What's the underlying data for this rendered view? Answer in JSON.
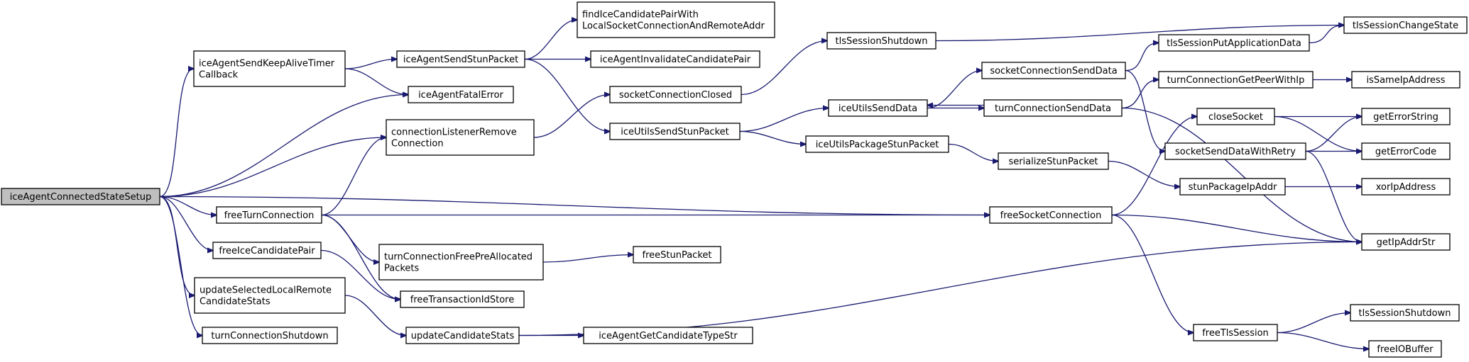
{
  "graph": {
    "nodes": [
      {
        "id": "root",
        "lines": [
          "iceAgentConnectedStateSetup"
        ]
      },
      {
        "id": "kat",
        "lines": [
          "iceAgentSendKeepAliveTimer",
          "Callback"
        ]
      },
      {
        "id": "ssp",
        "lines": [
          "iceAgentSendStunPacket"
        ]
      },
      {
        "id": "fcp",
        "lines": [
          "findIceCandidatePairWith",
          "LocalSocketConnectionAndRemoteAddr"
        ]
      },
      {
        "id": "icp",
        "lines": [
          "iceAgentInvalidateCandidatePair"
        ]
      },
      {
        "id": "afe",
        "lines": [
          "iceAgentFatalError"
        ]
      },
      {
        "id": "clr",
        "lines": [
          "connectionListenerRemove",
          "Connection"
        ]
      },
      {
        "id": "scc",
        "lines": [
          "socketConnectionClosed"
        ]
      },
      {
        "id": "usp",
        "lines": [
          "iceUtilsSendStunPacket"
        ]
      },
      {
        "id": "tss",
        "lines": [
          "tlsSessionShutdown"
        ]
      },
      {
        "id": "tsc",
        "lines": [
          "tlsSessionChangeState"
        ]
      },
      {
        "id": "csd",
        "lines": [
          "socketConnectionSendData"
        ]
      },
      {
        "id": "tpa",
        "lines": [
          "tlsSessionPutApplicationData"
        ]
      },
      {
        "id": "usd",
        "lines": [
          "iceUtilsSendData"
        ]
      },
      {
        "id": "tcsd",
        "lines": [
          "turnConnectionSendData"
        ]
      },
      {
        "id": "gpi",
        "lines": [
          "turnConnectionGetPeerWithIp"
        ]
      },
      {
        "id": "isa",
        "lines": [
          "isSameIpAddress"
        ]
      },
      {
        "id": "ups",
        "lines": [
          "iceUtilsPackageStunPacket"
        ]
      },
      {
        "id": "ser",
        "lines": [
          "serializeStunPacket"
        ]
      },
      {
        "id": "cls",
        "lines": [
          "closeSocket"
        ]
      },
      {
        "id": "ges",
        "lines": [
          "getErrorString"
        ]
      },
      {
        "id": "sdr",
        "lines": [
          "socketSendDataWithRetry"
        ]
      },
      {
        "id": "gec",
        "lines": [
          "getErrorCode"
        ]
      },
      {
        "id": "spi",
        "lines": [
          "stunPackageIpAddr"
        ]
      },
      {
        "id": "xor",
        "lines": [
          "xorIpAddress"
        ]
      },
      {
        "id": "ftc",
        "lines": [
          "freeTurnConnection"
        ]
      },
      {
        "id": "fsc",
        "lines": [
          "freeSocketConnection"
        ]
      },
      {
        "id": "gas",
        "lines": [
          "getIpAddrStr"
        ]
      },
      {
        "id": "fic",
        "lines": [
          "freeIceCandidatePair"
        ]
      },
      {
        "id": "fpa",
        "lines": [
          "turnConnectionFreePreAllocated",
          "Packets"
        ]
      },
      {
        "id": "fsp",
        "lines": [
          "freeStunPacket"
        ]
      },
      {
        "id": "uls",
        "lines": [
          "updateSelectedLocalRemote",
          "CandidateStats"
        ]
      },
      {
        "id": "fts",
        "lines": [
          "freeTransactionIdStore"
        ]
      },
      {
        "id": "ucs",
        "lines": [
          "updateCandidateStats"
        ]
      },
      {
        "id": "gct",
        "lines": [
          "iceAgentGetCandidateTypeStr"
        ]
      },
      {
        "id": "tcs",
        "lines": [
          "turnConnectionShutdown"
        ]
      },
      {
        "id": "fts2",
        "lines": [
          "freeTlsSession"
        ]
      },
      {
        "id": "tss2",
        "lines": [
          "tlsSessionShutdown"
        ]
      },
      {
        "id": "fio",
        "lines": [
          "freeIOBuffer"
        ]
      }
    ],
    "edges": [
      [
        "root",
        "kat"
      ],
      [
        "root",
        "afe"
      ],
      [
        "root",
        "clr"
      ],
      [
        "root",
        "ftc"
      ],
      [
        "root",
        "fic"
      ],
      [
        "root",
        "uls"
      ],
      [
        "root",
        "tcs"
      ],
      [
        "root",
        "fsc"
      ],
      [
        "kat",
        "ssp"
      ],
      [
        "kat",
        "afe"
      ],
      [
        "ssp",
        "fcp"
      ],
      [
        "ssp",
        "icp"
      ],
      [
        "ssp",
        "usp"
      ],
      [
        "clr",
        "scc"
      ],
      [
        "scc",
        "tss"
      ],
      [
        "tss",
        "tsc"
      ],
      [
        "usp",
        "usd"
      ],
      [
        "usp",
        "ups"
      ],
      [
        "usd",
        "csd"
      ],
      [
        "usd",
        "tcsd"
      ],
      [
        "tcsd",
        "usd"
      ],
      [
        "csd",
        "tpa"
      ],
      [
        "csd",
        "sdr"
      ],
      [
        "tpa",
        "tsc"
      ],
      [
        "tcsd",
        "gpi"
      ],
      [
        "tcsd",
        "gas"
      ],
      [
        "gpi",
        "isa"
      ],
      [
        "ups",
        "ser"
      ],
      [
        "ser",
        "spi"
      ],
      [
        "spi",
        "xor"
      ],
      [
        "cls",
        "ges"
      ],
      [
        "cls",
        "gec"
      ],
      [
        "sdr",
        "ges"
      ],
      [
        "sdr",
        "gec"
      ],
      [
        "sdr",
        "gas"
      ],
      [
        "ftc",
        "clr"
      ],
      [
        "ftc",
        "fsc"
      ],
      [
        "ftc",
        "fpa"
      ],
      [
        "ftc",
        "fts"
      ],
      [
        "fpa",
        "fsp"
      ],
      [
        "fic",
        "fts"
      ],
      [
        "fsc",
        "cls"
      ],
      [
        "fsc",
        "gas"
      ],
      [
        "fsc",
        "fts2"
      ],
      [
        "uls",
        "ucs"
      ],
      [
        "ucs",
        "gas"
      ],
      [
        "ucs",
        "gct"
      ],
      [
        "fts2",
        "tss2"
      ],
      [
        "fts2",
        "fio"
      ]
    ]
  }
}
